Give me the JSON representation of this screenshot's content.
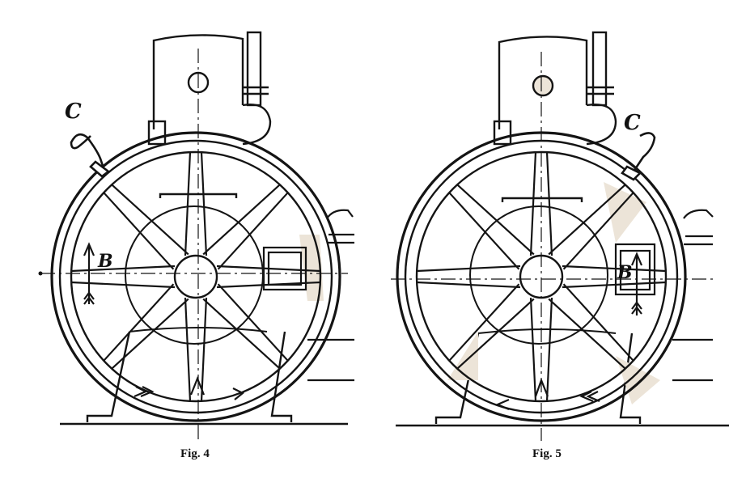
{
  "figures": [
    {
      "id": "fig4",
      "caption": "Fig. 4",
      "labels": {
        "lever": "C",
        "arrow": "B"
      }
    },
    {
      "id": "fig5",
      "caption": "Fig. 5",
      "labels": {
        "lever": "C",
        "arrow": "B"
      }
    }
  ],
  "colors": {
    "ink": "#141414",
    "shade": "#ece4d8",
    "paper": "#ffffff"
  }
}
